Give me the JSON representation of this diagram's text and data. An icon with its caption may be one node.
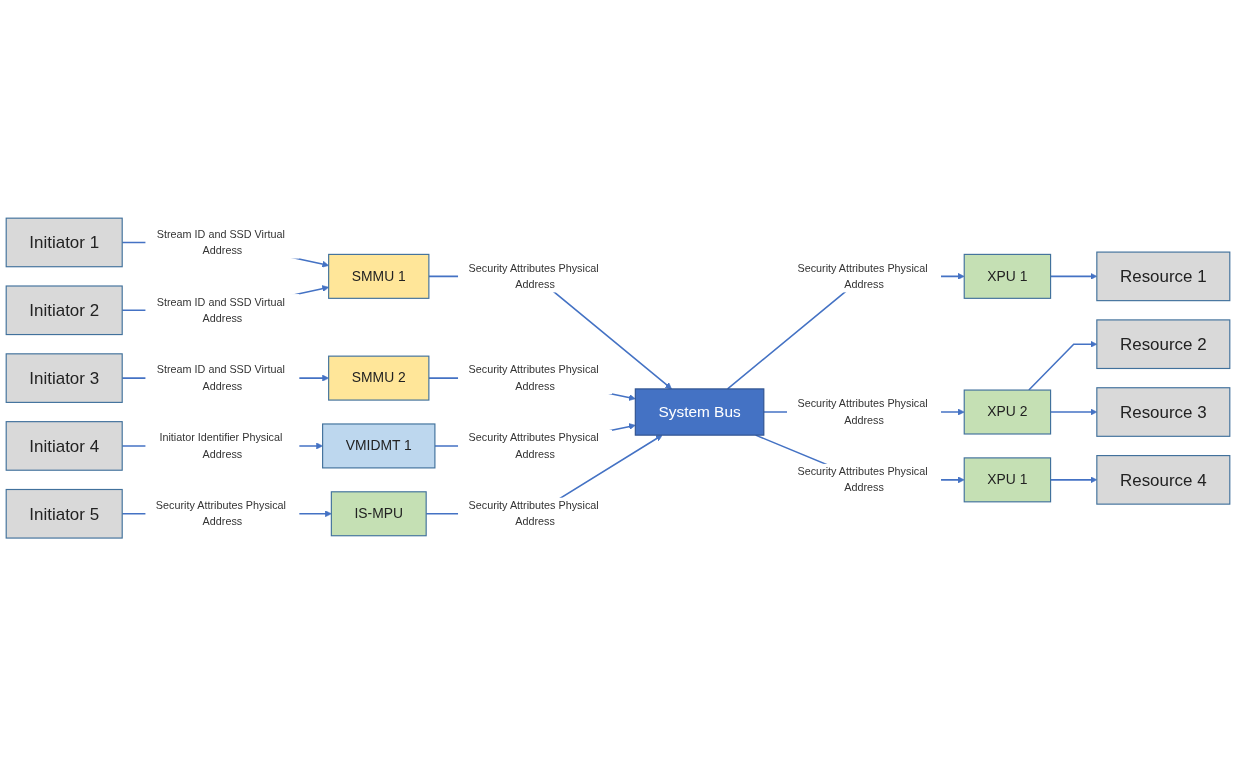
{
  "diagram": {
    "nodes": [
      {
        "text": [
          "Initiator 1"
        ]
      },
      {
        "text": [
          "Initiator 2"
        ]
      },
      {
        "text": [
          "SMMU 1"
        ]
      },
      {
        "text": [
          "Initiator 3"
        ]
      },
      {
        "text": [
          "SMMU 2"
        ]
      },
      {
        "text": [
          "Initiator 4"
        ]
      },
      {
        "text": [
          "VMIDMT 1"
        ]
      },
      {
        "text": [
          "Initiator 5"
        ]
      },
      {
        "text": [
          "IS-MPU"
        ]
      },
      {
        "text": [
          "System Bus"
        ]
      },
      {
        "text": [
          "XPU 1"
        ]
      },
      {
        "text": [
          "Resource 1"
        ]
      },
      {
        "text": [
          "XPU 2"
        ]
      },
      {
        "text": [
          "Resource 2"
        ]
      },
      {
        "text": [
          "Resource 3"
        ]
      },
      {
        "text": [
          "XPU 1"
        ]
      },
      {
        "text": [
          "Resource 4"
        ]
      }
    ],
    "edges": [
      {
        "from": 0,
        "to": 2,
        "arrow": "to",
        "label": "Stream ID and SSD Virtual Address"
      },
      {
        "from": 1,
        "to": 2,
        "arrow": "to",
        "label": "Stream ID and SSD Virtual Address"
      },
      {
        "from": 2,
        "to": 9,
        "arrow": "to",
        "label": "Security Attributes Physical Address"
      },
      {
        "from": 3,
        "to": 4,
        "arrow": "to",
        "label": "Stream ID and SSD Virtual Address"
      },
      {
        "from": 4,
        "to": 9,
        "arrow": "to",
        "label": "Security Attributes Physical Address"
      },
      {
        "from": 5,
        "to": 6,
        "arrow": "to",
        "label": "Initiator Identifier Physical Address"
      },
      {
        "from": 6,
        "to": 9,
        "arrow": "to",
        "label": "Security Attributes Physical Address"
      },
      {
        "from": 7,
        "to": 8,
        "arrow": "to",
        "label": "Security Attributes Physical Address"
      },
      {
        "from": 8,
        "to": 9,
        "arrow": "to",
        "label": "Security Attributes Physical Address"
      },
      {
        "from": 9,
        "to": 10,
        "arrow": "to",
        "label": "Security Attributes Physical Address"
      },
      {
        "from": 10,
        "to": 11,
        "arrow": "to"
      },
      {
        "from": 9,
        "to": 12,
        "arrow": "to",
        "label": "Security Attributes Physical Address"
      },
      {
        "from": 12,
        "to": 13,
        "arrow": "to"
      },
      {
        "from": 12,
        "to": 14,
        "arrow": "to"
      },
      {
        "from": 9,
        "to": 15,
        "arrow": "to",
        "label": "Security Attributes Physical Address"
      },
      {
        "from": 15,
        "to": 16,
        "arrow": "to"
      }
    ]
  }
}
